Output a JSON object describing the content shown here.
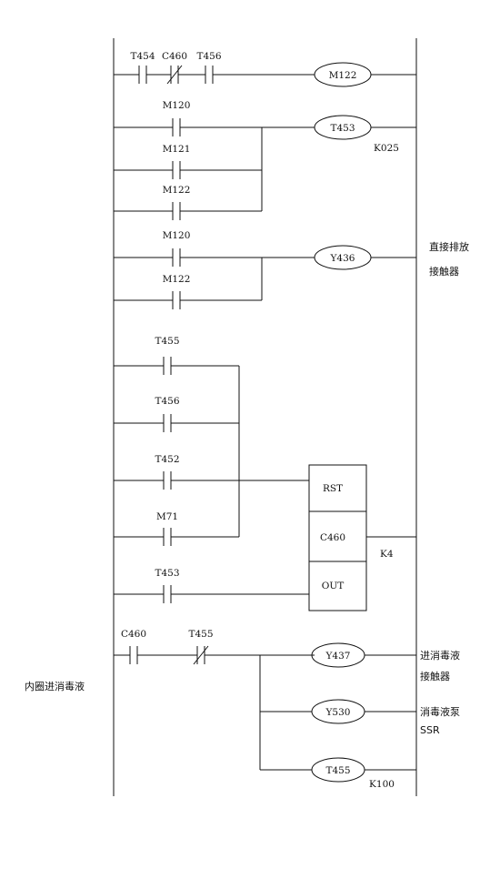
{
  "rungs": [
    {
      "id": "r1",
      "contacts": [
        {
          "label": "T454",
          "type": "NO"
        },
        {
          "label": "C460",
          "type": "NC"
        },
        {
          "label": "T456",
          "type": "NO"
        }
      ],
      "coil": {
        "label": "M122"
      }
    },
    {
      "id": "r2",
      "contacts": [
        {
          "label": "M120",
          "type": "NO"
        },
        {
          "label": "M121",
          "type": "NO"
        },
        {
          "label": "M122",
          "type": "NO"
        }
      ],
      "coil": {
        "label": "T453",
        "setting": "K025"
      }
    },
    {
      "id": "r3",
      "contacts": [
        {
          "label": "M120",
          "type": "NO"
        },
        {
          "label": "M122",
          "type": "NO"
        }
      ],
      "coil": {
        "label": "Y436"
      },
      "note": [
        "直接排放",
        "接触器"
      ]
    },
    {
      "id": "r4",
      "contacts": [
        {
          "label": "T455",
          "type": "NO"
        },
        {
          "label": "T456",
          "type": "NO"
        },
        {
          "label": "T452",
          "type": "NO"
        },
        {
          "label": "M71",
          "type": "NO"
        },
        {
          "label": "T453",
          "type": "NO"
        }
      ],
      "counter": {
        "rst": "RST",
        "name": "C460",
        "out": "OUT",
        "setting": "K4"
      }
    },
    {
      "id": "r5",
      "left_note": "内圈进消毒液",
      "contacts": [
        {
          "label": "C460",
          "type": "NO"
        },
        {
          "label": "T455",
          "type": "NC"
        }
      ],
      "coils": [
        {
          "label": "Y437",
          "note": [
            "进消毒液",
            "接触器"
          ]
        },
        {
          "label": "Y530",
          "note": [
            "消毒液泵",
            "SSR"
          ]
        },
        {
          "label": "T455",
          "setting": "K100"
        }
      ]
    }
  ]
}
